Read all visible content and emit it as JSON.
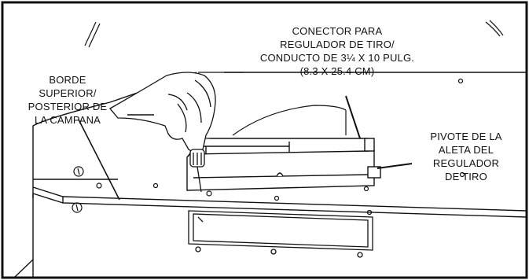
{
  "labels": {
    "connector": {
      "lines": [
        "CONECTOR PARA",
        "REGULADOR DE TIRO/",
        "CONDUCTO DE 3¼ X 10 PULG.",
        "(8.3 X 25.4 CM)"
      ]
    },
    "hood_edge": {
      "lines": [
        "BORDE",
        "SUPERIOR/",
        "POSTERIOR DE",
        "LA CAMPANA"
      ]
    },
    "pivot": {
      "lines": [
        "PIVOTE DE LA",
        "ALETA DEL",
        "REGULADOR",
        "DE TIRO"
      ]
    }
  },
  "colors": {
    "line": "#111111",
    "background": "#ffffff"
  },
  "icons": [
    "screwdriver",
    "hand",
    "screw-heads"
  ]
}
